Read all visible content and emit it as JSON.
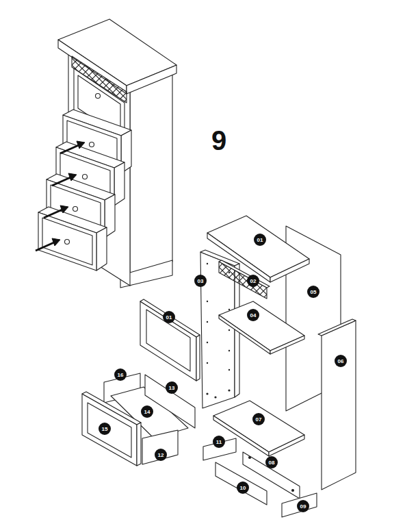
{
  "diagram": {
    "title": "9",
    "labels": [
      "01",
      "03",
      "02",
      "05",
      "04",
      "01",
      "06",
      "16",
      "13",
      "14",
      "07",
      "15",
      "11",
      "08",
      "12",
      "10",
      "09"
    ]
  }
}
